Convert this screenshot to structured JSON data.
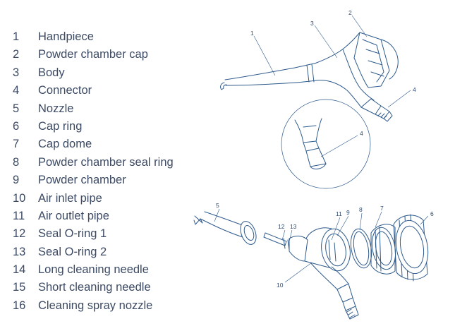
{
  "legend": [
    {
      "num": "1",
      "label": "Handpiece"
    },
    {
      "num": "2",
      "label": "Powder chamber cap"
    },
    {
      "num": "3",
      "label": "Body"
    },
    {
      "num": "4",
      "label": "Connector"
    },
    {
      "num": "5",
      "label": "Nozzle"
    },
    {
      "num": "6",
      "label": "Cap ring"
    },
    {
      "num": "7",
      "label": "Cap dome"
    },
    {
      "num": "8",
      "label": "Powder chamber seal ring"
    },
    {
      "num": "9",
      "label": "Powder chamber"
    },
    {
      "num": "10",
      "label": "Air inlet pipe"
    },
    {
      "num": "11",
      "label": "Air outlet pipe"
    },
    {
      "num": "12",
      "label": "Seal O-ring 1"
    },
    {
      "num": "13",
      "label": "Seal O-ring 2"
    },
    {
      "num": "14",
      "label": "Long cleaning needle"
    },
    {
      "num": "15",
      "label": "Short cleaning needle"
    },
    {
      "num": "16",
      "label": "Cleaning spray nozzle"
    }
  ],
  "callouts": {
    "c1": "1",
    "c2": "2",
    "c3": "3",
    "c4a": "4",
    "c4b": "4",
    "c5": "5",
    "c6": "6",
    "c7": "7",
    "c8": "8",
    "c9": "9",
    "c10": "10",
    "c11": "11",
    "c12": "12",
    "c13": "13"
  },
  "colors": {
    "text": "#3c4a64",
    "line": "#2e5a8c"
  }
}
